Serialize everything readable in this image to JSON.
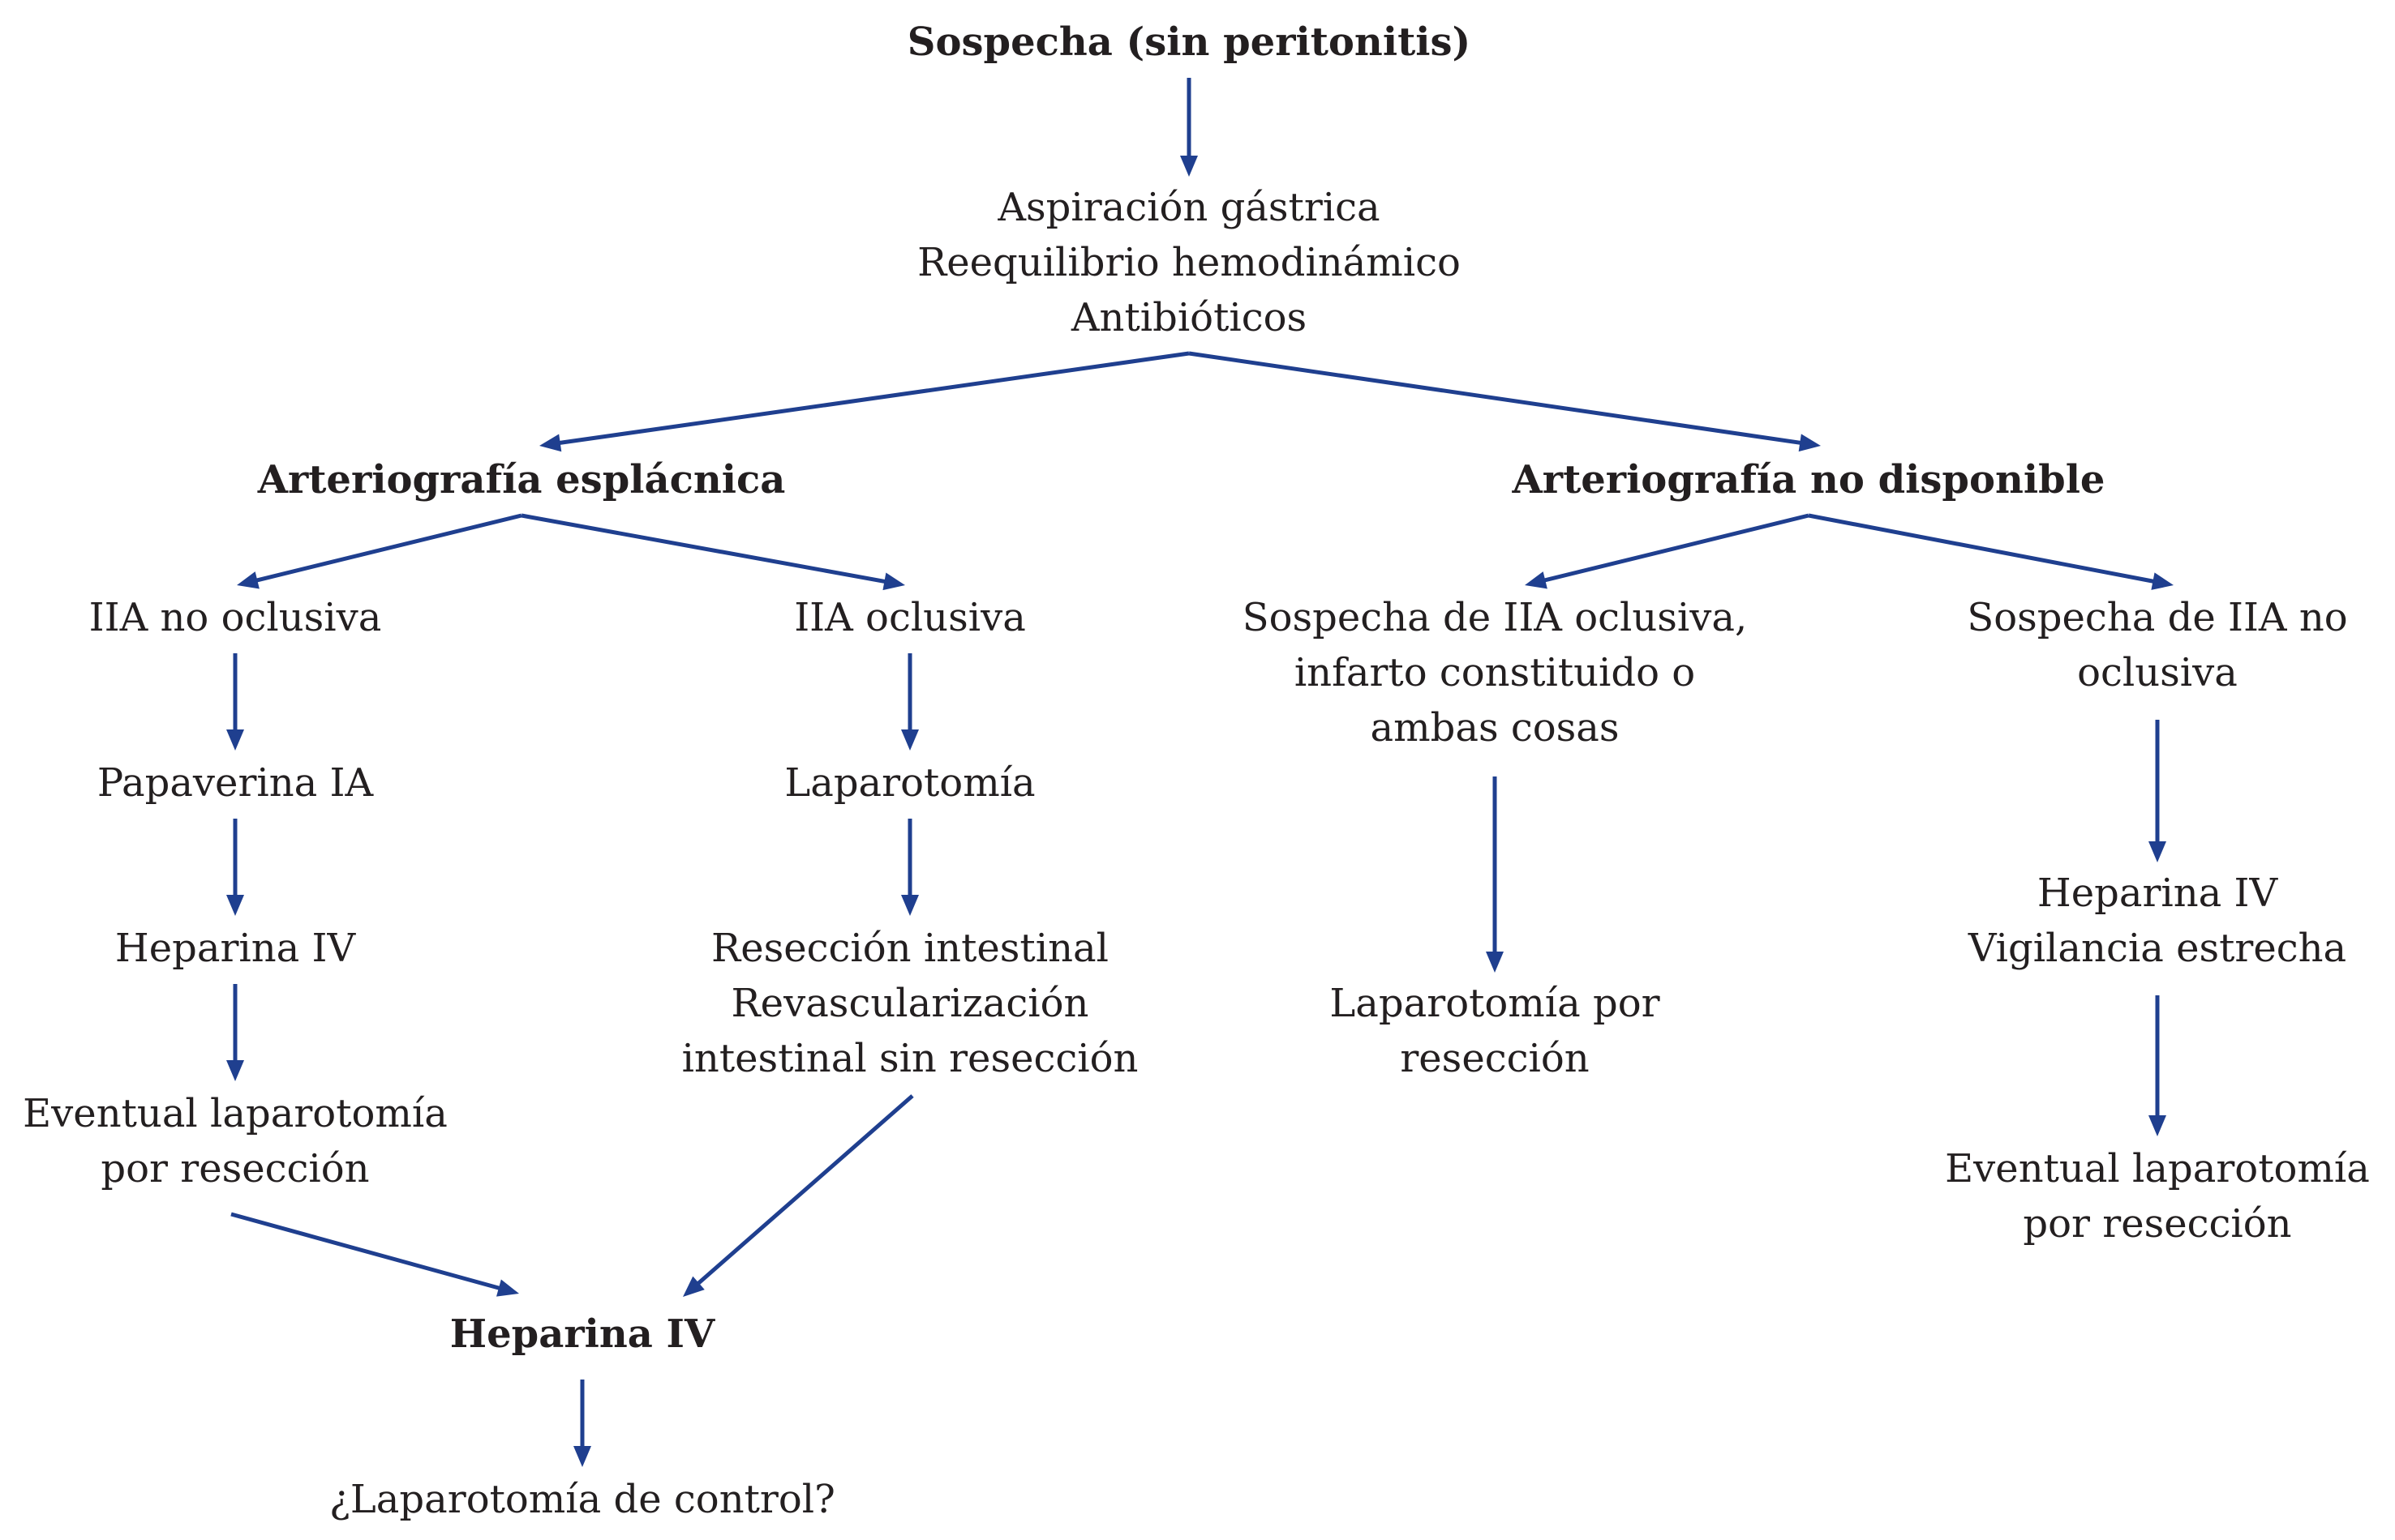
{
  "diagram": {
    "type": "flowchart",
    "arrow_color": "#1f3f8f",
    "text_color": "#231f20",
    "nodes": {
      "root": {
        "lines": [
          "Sospecha (sin peritonitis)"
        ],
        "bold": true
      },
      "initial": {
        "lines": [
          "Aspiración gástrica",
          "Reequilibrio hemodinámico",
          "Antibióticos"
        ]
      },
      "arterio_esplacnica": {
        "lines": [
          "Arteriografía esplácnica"
        ],
        "bold": true
      },
      "arterio_no_disponible": {
        "lines": [
          "Arteriografía no disponible"
        ],
        "bold": true
      },
      "iia_no_oclusiva": {
        "lines": [
          "IIA no oclusiva"
        ]
      },
      "iia_oclusiva": {
        "lines": [
          "IIA oclusiva"
        ]
      },
      "sospecha_oclusiva": {
        "lines": [
          "Sospecha de IIA oclusiva,",
          "infarto constituido o",
          "ambas cosas"
        ]
      },
      "sospecha_no_oclusiva": {
        "lines": [
          "Sospecha de IIA no",
          "oclusiva"
        ]
      },
      "papaverina": {
        "lines": [
          "Papaverina IA"
        ]
      },
      "laparotomia": {
        "lines": [
          "Laparotomía"
        ]
      },
      "heparina_left": {
        "lines": [
          "Heparina IV"
        ]
      },
      "reseccion": {
        "lines": [
          "Resección intestinal",
          "Revascularización",
          "intestinal sin resección"
        ]
      },
      "eventual_left": {
        "lines": [
          "Eventual laparotomía",
          "por resección"
        ]
      },
      "laparotomia_por_reseccion": {
        "lines": [
          "Laparotomía por",
          "resección"
        ]
      },
      "heparina_vigilancia": {
        "lines": [
          "Heparina IV",
          "Vigilancia estrecha"
        ]
      },
      "eventual_right": {
        "lines": [
          "Eventual laparotomía",
          "por resección"
        ]
      },
      "heparina_final": {
        "lines": [
          "Heparina IV"
        ],
        "bold": true
      },
      "control": {
        "lines": [
          "¿Laparotomía de control?"
        ]
      }
    },
    "edges": [
      {
        "from": "root",
        "to": "initial"
      },
      {
        "from": "initial",
        "to": "arterio_esplacnica"
      },
      {
        "from": "initial",
        "to": "arterio_no_disponible"
      },
      {
        "from": "arterio_esplacnica",
        "to": "iia_no_oclusiva"
      },
      {
        "from": "arterio_esplacnica",
        "to": "iia_oclusiva"
      },
      {
        "from": "arterio_no_disponible",
        "to": "sospecha_oclusiva"
      },
      {
        "from": "arterio_no_disponible",
        "to": "sospecha_no_oclusiva"
      },
      {
        "from": "iia_no_oclusiva",
        "to": "papaverina"
      },
      {
        "from": "papaverina",
        "to": "heparina_left"
      },
      {
        "from": "heparina_left",
        "to": "eventual_left"
      },
      {
        "from": "eventual_left",
        "to": "heparina_final"
      },
      {
        "from": "iia_oclusiva",
        "to": "laparotomia"
      },
      {
        "from": "laparotomia",
        "to": "reseccion"
      },
      {
        "from": "reseccion",
        "to": "heparina_final"
      },
      {
        "from": "heparina_final",
        "to": "control"
      },
      {
        "from": "sospecha_oclusiva",
        "to": "laparotomia_por_reseccion"
      },
      {
        "from": "sospecha_no_oclusiva",
        "to": "heparina_vigilancia"
      },
      {
        "from": "heparina_vigilancia",
        "to": "eventual_right"
      }
    ]
  }
}
